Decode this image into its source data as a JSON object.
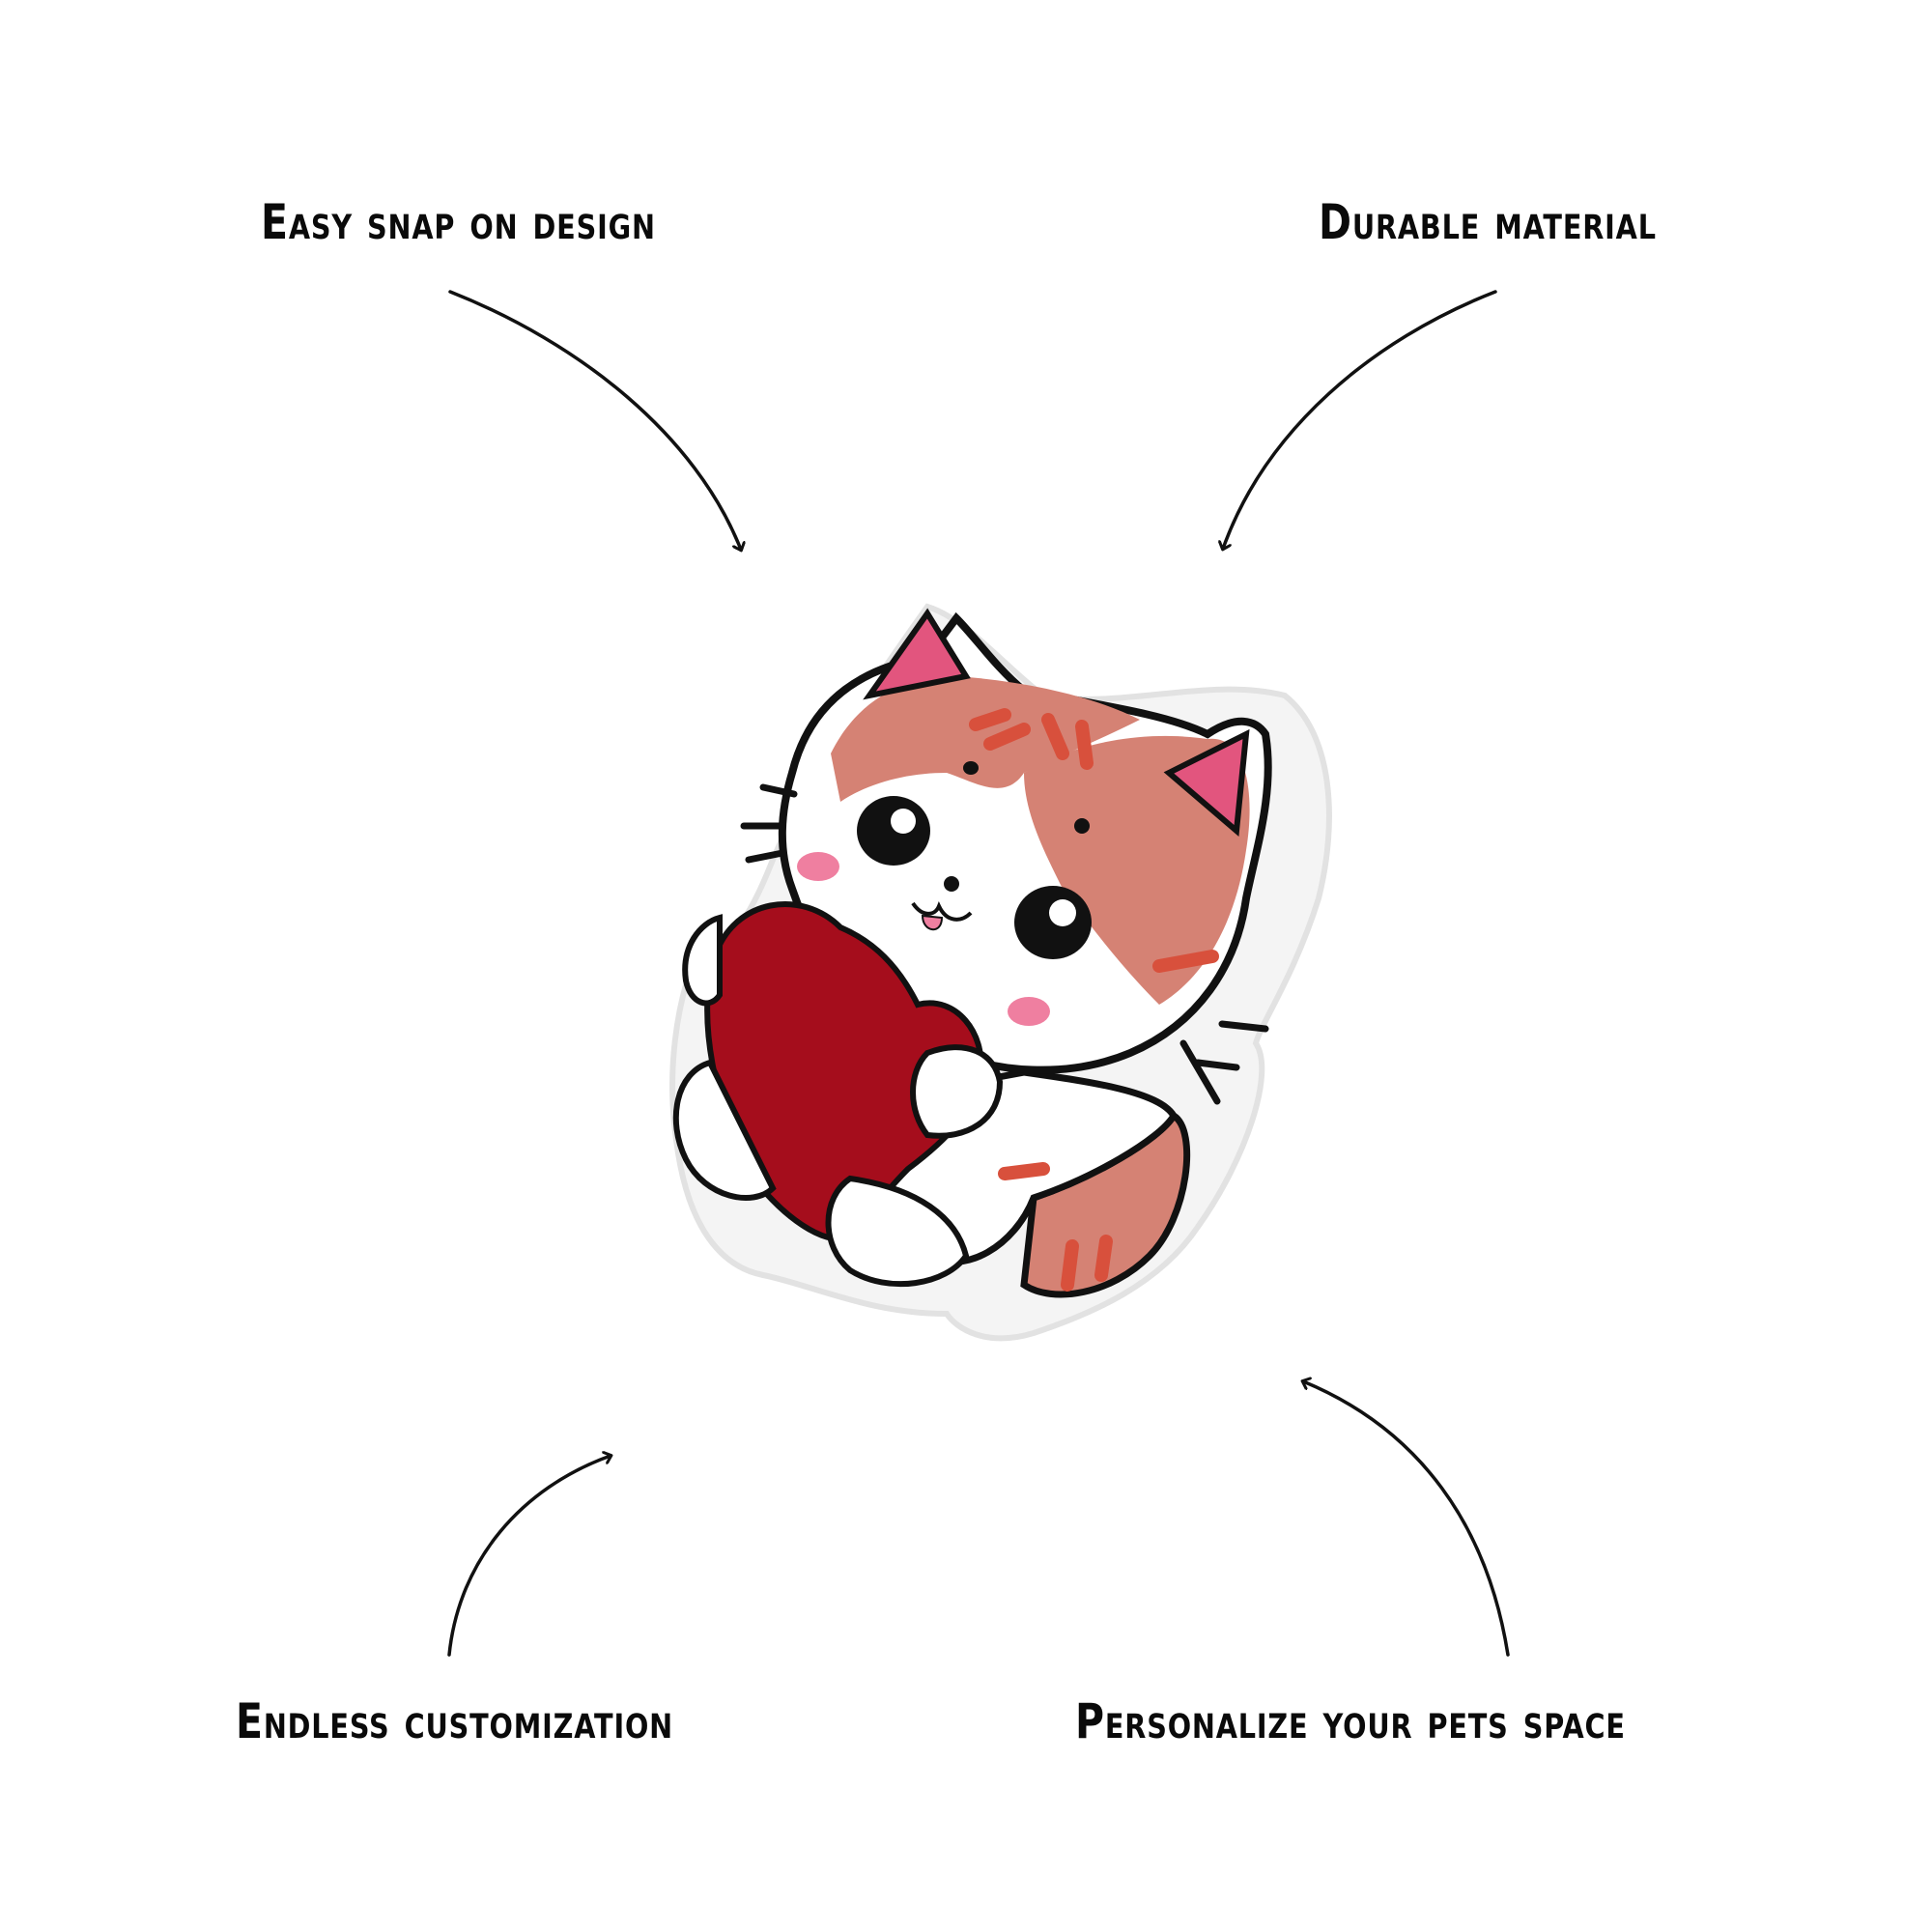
{
  "features": {
    "top_left": "Easy snap on design",
    "top_right": "Durable material",
    "bottom_left": "Endless customization",
    "bottom_right": "Personalize your pets space"
  },
  "product": {
    "subject": "kitten hugging a red heart",
    "style": "PVC rubber shoe charm"
  },
  "colors": {
    "background": "#ffffff",
    "text": "#0a0a0a",
    "heart": "#a50d1c",
    "fur": "#d58274",
    "stripes": "#d8503c",
    "ear_inner": "#e2557e",
    "cheeks": "#ef7fa0",
    "outline": "#111111",
    "base": "#f4f4f4"
  }
}
